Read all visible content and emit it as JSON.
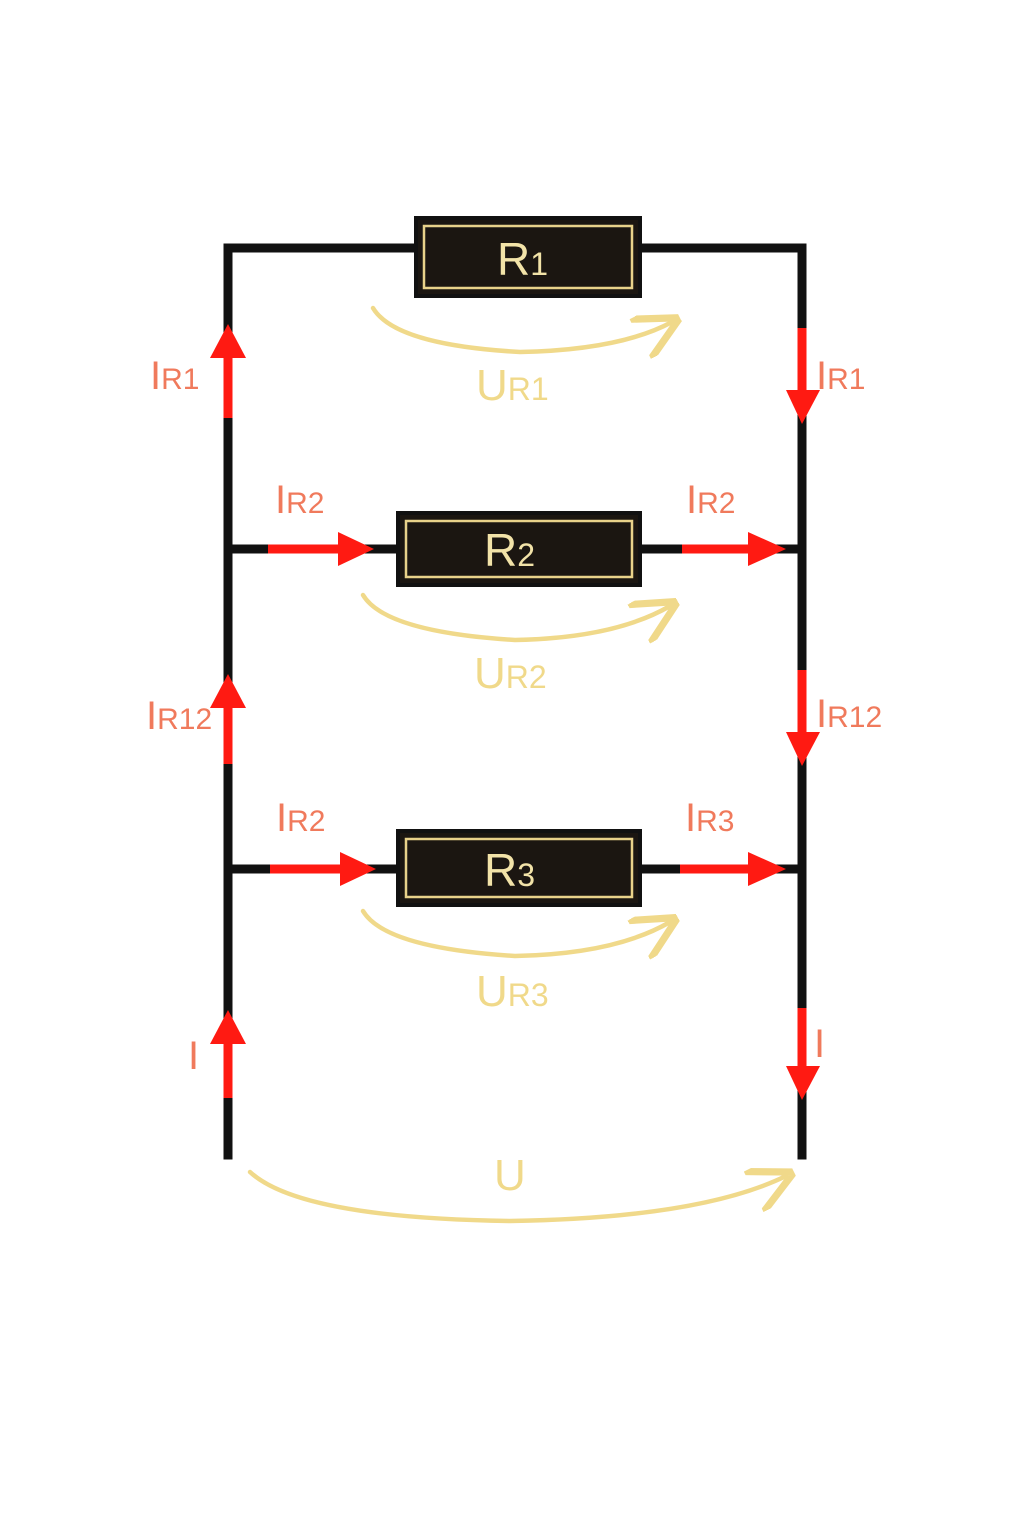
{
  "colors": {
    "wire": "#111111",
    "current": "#ff1a12",
    "current_label": "#f07a5c",
    "voltage": "#f0d98a",
    "resistor_fill": "#1b1611",
    "resistor_border": "#e8d28a"
  },
  "resistors": [
    {
      "main": "R",
      "sub": "1"
    },
    {
      "main": "R",
      "sub": "2"
    },
    {
      "main": "R",
      "sub": "3"
    }
  ],
  "currents": {
    "left_r1": {
      "main": "I",
      "sub": "R1"
    },
    "right_r1": {
      "main": "I",
      "sub": "R1"
    },
    "in_r2": {
      "main": "I",
      "sub": "R2"
    },
    "out_r2": {
      "main": "I",
      "sub": "R2"
    },
    "left_r12": {
      "main": "I",
      "sub": "R12"
    },
    "right_r12": {
      "main": "I",
      "sub": "R12"
    },
    "in_r3": {
      "main": "I",
      "sub": "R2"
    },
    "out_r3": {
      "main": "I",
      "sub": "R3"
    },
    "left_i": {
      "main": "I",
      "sub": ""
    },
    "right_i": {
      "main": "I",
      "sub": ""
    }
  },
  "voltages": {
    "ur1": {
      "main": "U",
      "sub": "R1"
    },
    "ur2": {
      "main": "U",
      "sub": "R2"
    },
    "ur3": {
      "main": "U",
      "sub": "R3"
    },
    "u": {
      "main": "U",
      "sub": ""
    }
  }
}
